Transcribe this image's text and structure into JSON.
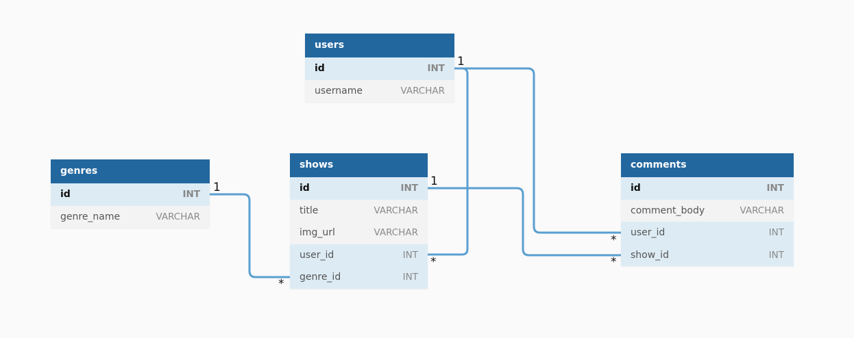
{
  "tables": {
    "users": {
      "name": "users",
      "columns": [
        {
          "name": "id",
          "type": "INT"
        },
        {
          "name": "username",
          "type": "VARCHAR"
        }
      ]
    },
    "genres": {
      "name": "genres",
      "columns": [
        {
          "name": "id",
          "type": "INT"
        },
        {
          "name": "genre_name",
          "type": "VARCHAR"
        }
      ]
    },
    "shows": {
      "name": "shows",
      "columns": [
        {
          "name": "id",
          "type": "INT"
        },
        {
          "name": "title",
          "type": "VARCHAR"
        },
        {
          "name": "img_url",
          "type": "VARCHAR"
        },
        {
          "name": "user_id",
          "type": "INT"
        },
        {
          "name": "genre_id",
          "type": "INT"
        }
      ]
    },
    "comments": {
      "name": "comments",
      "columns": [
        {
          "name": "id",
          "type": "INT"
        },
        {
          "name": "comment_body",
          "type": "VARCHAR"
        },
        {
          "name": "user_id",
          "type": "INT"
        },
        {
          "name": "show_id",
          "type": "INT"
        }
      ]
    }
  },
  "relationships": [
    {
      "from": "users.id",
      "to": "shows.user_id",
      "from_card": "1",
      "to_card": "*"
    },
    {
      "from": "users.id",
      "to": "comments.user_id",
      "from_card": "1",
      "to_card": "*"
    },
    {
      "from": "genres.id",
      "to": "shows.genre_id",
      "from_card": "1",
      "to_card": "*"
    },
    {
      "from": "shows.id",
      "to": "comments.show_id",
      "from_card": "1",
      "to_card": "*"
    }
  ],
  "colors": {
    "header": "#23679f",
    "key_row": "#ddebf4",
    "row": "#f3f3f3",
    "line": "#5a9fd0",
    "background": "#fafafa"
  }
}
